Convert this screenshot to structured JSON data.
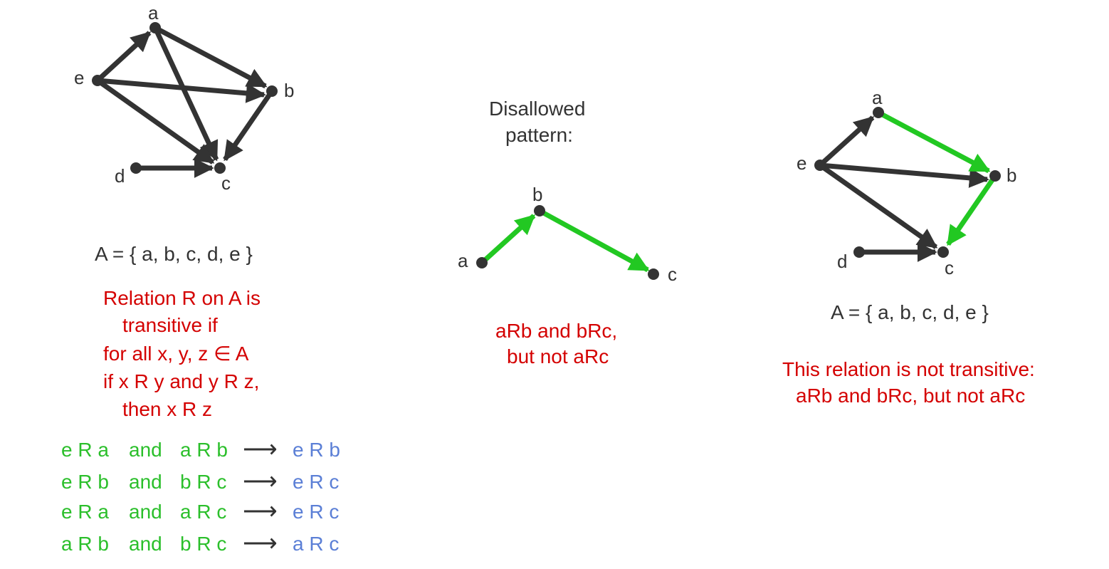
{
  "colors": {
    "edge": "#333333",
    "highlight": "#22c822",
    "red": "#d40000",
    "green": "#2bbf2b",
    "blue": "#5b7fd6"
  },
  "graph1": {
    "labels": {
      "a": "a",
      "b": "b",
      "c": "c",
      "d": "d",
      "e": "e"
    },
    "set_text": "A = { a, b, c, d, e }",
    "definition": [
      "Relation R on A is",
      "transitive if",
      "for all x, y, z ∈ A",
      "if x R y and y R z,",
      "then x R z"
    ]
  },
  "middle": {
    "title_lines": [
      "Disallowed",
      "pattern:"
    ],
    "labels": {
      "a": "a",
      "b": "b",
      "c": "c"
    },
    "caption_lines": [
      "aRb and bRc,",
      "but not aRc"
    ]
  },
  "graph2": {
    "labels": {
      "a": "a",
      "b": "b",
      "c": "c",
      "d": "d",
      "e": "e"
    },
    "set_text": "A = { a, b, c, d, e }",
    "caption_lines": [
      "This relation is not transitive:",
      "aRb and bRc, but not aRc"
    ]
  },
  "implications": [
    {
      "p1": "e R a",
      "and": "and",
      "p2": "a R b",
      "arrow": "⟶",
      "q": "e R b"
    },
    {
      "p1": "e R b",
      "and": "and",
      "p2": "b R c",
      "arrow": "⟶",
      "q": "e R c"
    },
    {
      "p1": "e R a",
      "and": "and",
      "p2": "a R c",
      "arrow": "⟶",
      "q": "e R c"
    },
    {
      "p1": "a R b",
      "and": "and",
      "p2": "b R c",
      "arrow": "⟶",
      "q": "a R c"
    }
  ]
}
